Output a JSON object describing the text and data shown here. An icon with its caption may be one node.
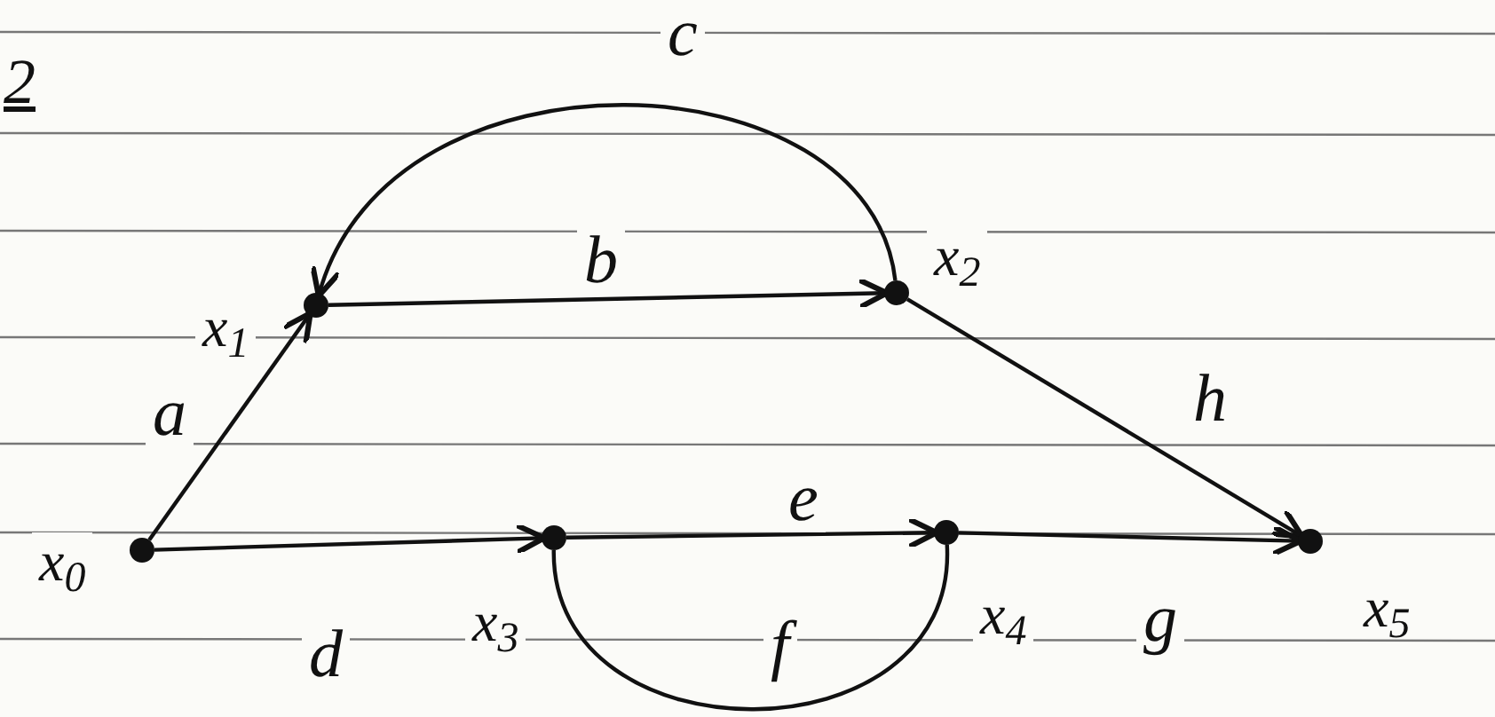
{
  "diagram": {
    "nodes": [
      {
        "text": [],
        "shape": "circle",
        "beside": [
          "x$_{0}$"
        ]
      },
      {
        "text": [],
        "shape": "circle",
        "beside": [
          "x$_{1}$"
        ]
      },
      {
        "text": [],
        "shape": "circle",
        "beside": [
          "x$_{2}$"
        ]
      },
      {
        "text": [],
        "shape": "circle",
        "beside": [
          "x$_{3}$"
        ]
      },
      {
        "text": [],
        "shape": "circle",
        "beside": [
          "x$_{4}$"
        ]
      },
      {
        "text": [],
        "shape": "circle",
        "beside": [
          "x$_{5}$"
        ]
      }
    ],
    "edges": [
      {
        "from": 0,
        "to": 1,
        "arrow": "to",
        "label": "a"
      },
      {
        "from": 1,
        "to": 2,
        "arrow": "to",
        "label": "b"
      },
      {
        "from": 2,
        "to": 1,
        "arrow": "to",
        "label": "c"
      },
      {
        "from": 2,
        "to": 5,
        "arrow": "to",
        "label": "h"
      },
      {
        "from": 0,
        "to": 3,
        "arrow": "to",
        "label": "d"
      },
      {
        "from": 3,
        "to": 4,
        "arrow": "to",
        "label": "e"
      },
      {
        "from": 4,
        "to": 3,
        "arrow": "none",
        "label": "f"
      },
      {
        "from": 4,
        "to": 5,
        "arrow": "to",
        "label": "g"
      }
    ],
    "labels": [
      "2"
    ]
  }
}
